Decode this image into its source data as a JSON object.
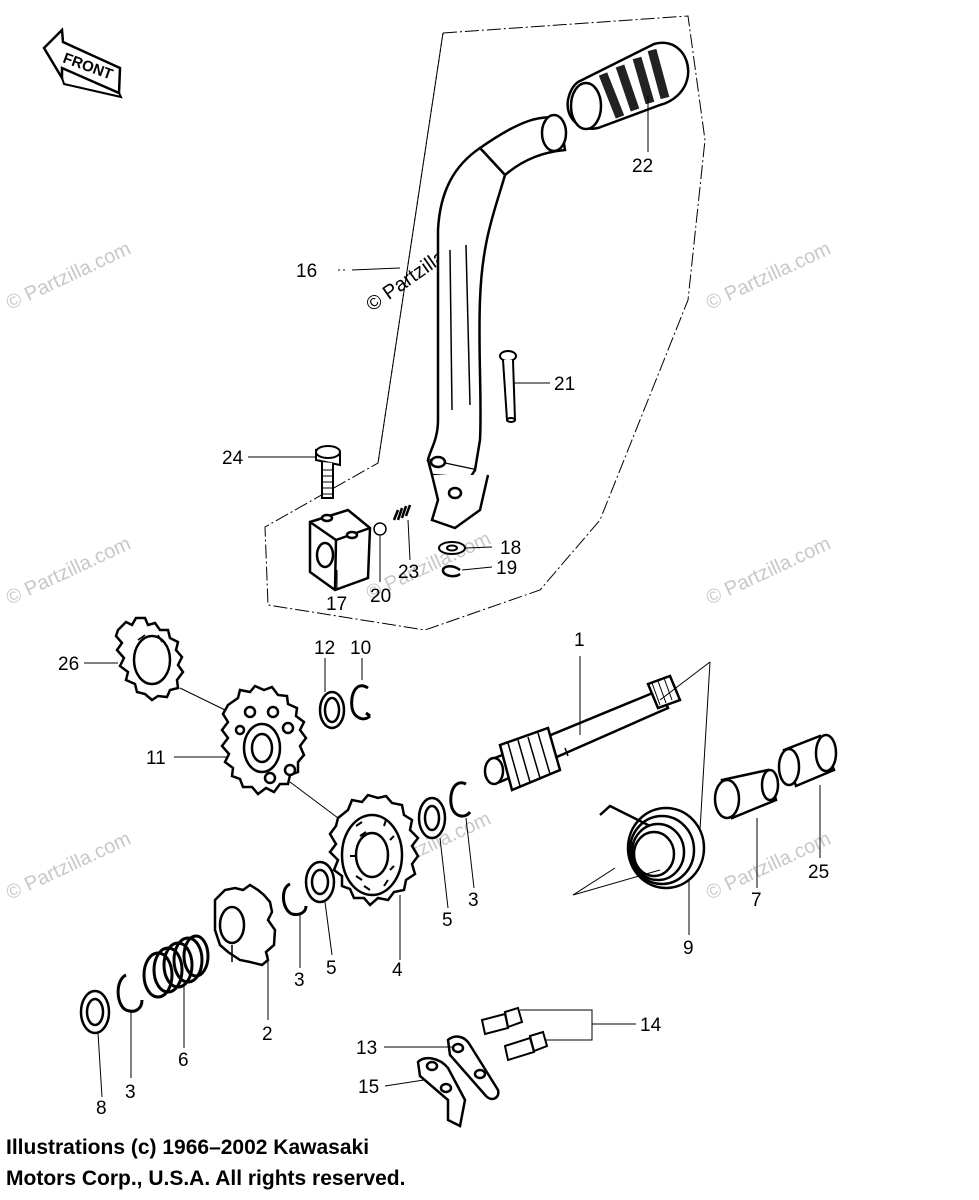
{
  "orientation_badge": "FRONT",
  "watermark": "© Partzilla.com",
  "callouts": [
    "1",
    "2",
    "3",
    "3",
    "3",
    "4",
    "5",
    "5",
    "6",
    "7",
    "8",
    "9",
    "10",
    "11",
    "12",
    "13",
    "14",
    "15",
    "16",
    "17",
    "18",
    "19",
    "20",
    "21",
    "22",
    "23",
    "24",
    "25",
    "26"
  ],
  "copyright": {
    "line1": "Illustrations (c) 1966–2002 Kawasaki",
    "line2": "Motors Corp., U.S.A.  All rights reserved."
  }
}
